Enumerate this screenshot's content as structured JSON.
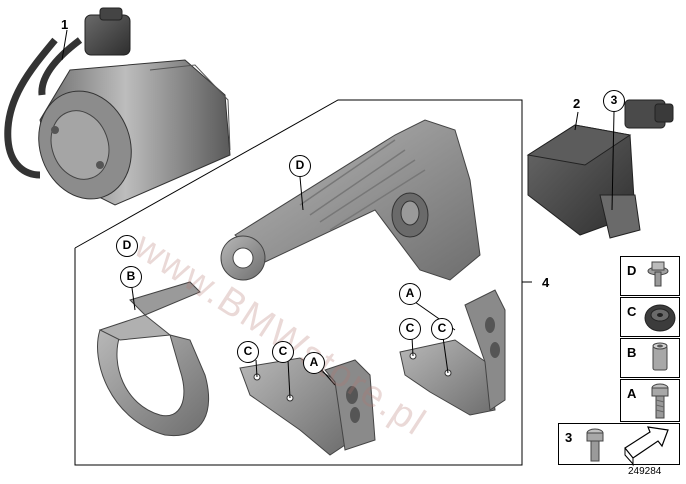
{
  "callouts": {
    "part1": "1",
    "part2": "2",
    "part3": "3",
    "part4": "4"
  },
  "circled_markers": {
    "bracket_top": "D",
    "clamp_upper": "D",
    "clamp_lower": "B",
    "plate_left_c1": "C",
    "plate_left_c2": "C",
    "plate_left_a": "A",
    "plate_right_a": "A",
    "plate_right_c1": "C",
    "plate_right_c2": "C",
    "sensor_3": "3"
  },
  "legend": {
    "items": [
      {
        "letter": "D",
        "icon": "bolt-washer-icon"
      },
      {
        "letter": "C",
        "icon": "rubber-grommet-icon"
      },
      {
        "letter": "B",
        "icon": "sleeve-icon"
      },
      {
        "letter": "A",
        "icon": "bolt-icon"
      },
      {
        "letter": "3",
        "icon": "screw-icon"
      }
    ]
  },
  "watermark": "www.BMWstore.pl",
  "doc_number": "249284",
  "colors": {
    "part_gray": "#9a9a9a",
    "part_dark": "#505050",
    "outline": "#000000",
    "watermark": "#c8877d"
  }
}
